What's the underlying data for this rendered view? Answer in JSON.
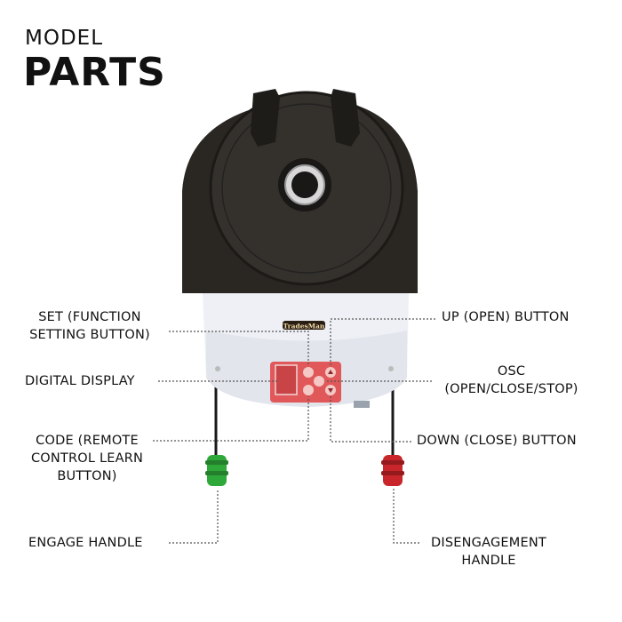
{
  "heading": {
    "line1": "MODEL",
    "line2": "PARTS"
  },
  "device": {
    "brand": "TradesMan",
    "body_color": "#2a2723",
    "base_color": "#eef0f5",
    "panel_color": "#e0585a"
  },
  "labels": {
    "set": [
      "SET (FUNCTION",
      "SETTING BUTTON)"
    ],
    "digital_display": "DIGITAL DISPLAY",
    "code": [
      "CODE (REMOTE",
      "CONTROL LEARN",
      "BUTTON)"
    ],
    "engage": "ENGAGE HANDLE",
    "up": "UP (OPEN) BUTTON",
    "osc": [
      "OSC",
      "(OPEN/CLOSE/STOP)"
    ],
    "down": "DOWN (CLOSE) BUTTON",
    "disengage": [
      "DISENGAGEMENT",
      "HANDLE"
    ]
  },
  "handle_colors": {
    "engage": "#2fa83a",
    "disengage": "#c8262b"
  }
}
